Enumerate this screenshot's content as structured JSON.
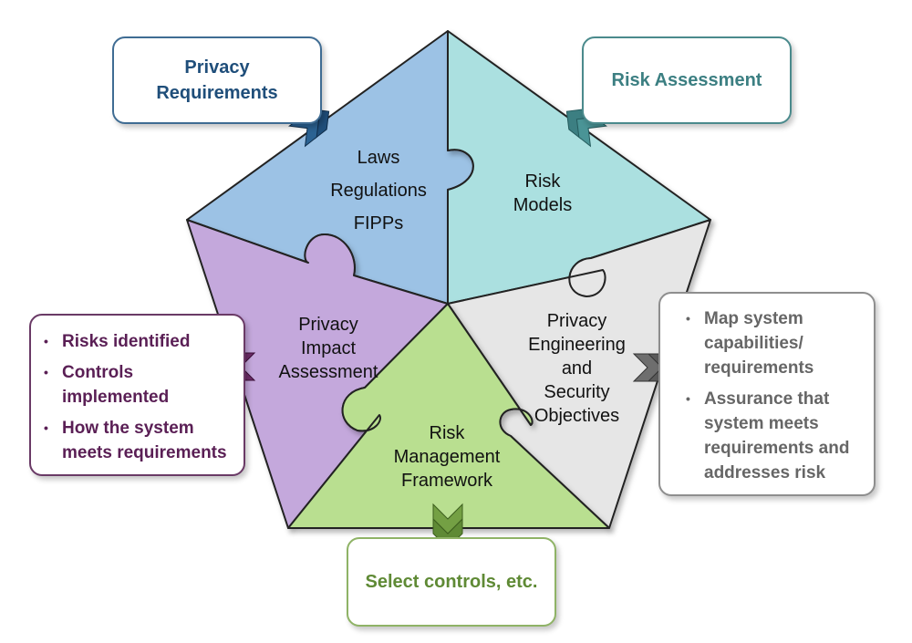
{
  "colors": {
    "laws_piece": "#9cc2e5",
    "risk_piece": "#abe0e0",
    "pia_piece": "#c4a8dc",
    "peso_piece": "#e6e6e6",
    "rmf_piece": "#b9df90",
    "privacy_blue": "#1f4e7a",
    "risk_teal": "#3c7f82",
    "pia_purple": "#5a1f55",
    "peso_gray": "#666666",
    "controls_green": "#5f8a35"
  },
  "pieces": {
    "laws": {
      "lines": [
        "Laws",
        "Regulations",
        "FIPPs"
      ]
    },
    "risk_models": {
      "lines": [
        "Risk",
        "Models"
      ]
    },
    "pia": {
      "lines": [
        "Privacy",
        "Impact",
        "Assessment"
      ]
    },
    "peso": {
      "lines": [
        "Privacy",
        "Engineering",
        "and",
        "Security",
        "Objectives"
      ]
    },
    "rmf": {
      "lines": [
        "Risk",
        "Management",
        "Framework"
      ]
    }
  },
  "outputs": {
    "privacy_requirements": {
      "lines": [
        "Privacy",
        "Requirements"
      ],
      "arrow_icon": "double-chevron-icon"
    },
    "risk_assessment": {
      "title": "Risk Assessment",
      "arrow_icon": "double-chevron-icon"
    },
    "pia_results": {
      "items": [
        "Risks identified",
        "Controls implemented",
        "How the system meets requirements"
      ],
      "arrow_icon": "double-chevron-icon"
    },
    "peso_results": {
      "items": [
        "Map system capabilities/ requirements",
        "Assurance that system meets requirements and addresses risk"
      ],
      "arrow_icon": "double-chevron-icon"
    },
    "select_controls": {
      "title": "Select controls, etc.",
      "arrow_icon": "double-chevron-icon"
    }
  }
}
